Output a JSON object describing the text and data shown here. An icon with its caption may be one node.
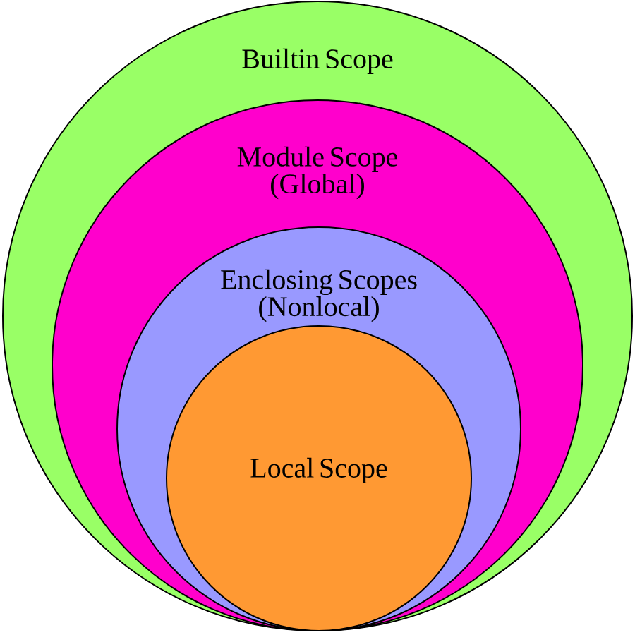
{
  "diagram": {
    "nodes": [
      {
        "text": [
          "Builtin Scope"
        ]
      },
      {
        "text": [
          "Module Scope (Global)"
        ],
        "in": 0
      },
      {
        "text": [
          "Enclosing Scopes (Nonlocal)"
        ],
        "in": 1
      },
      {
        "text": [
          "Local Scope"
        ],
        "in": 2
      }
    ]
  }
}
